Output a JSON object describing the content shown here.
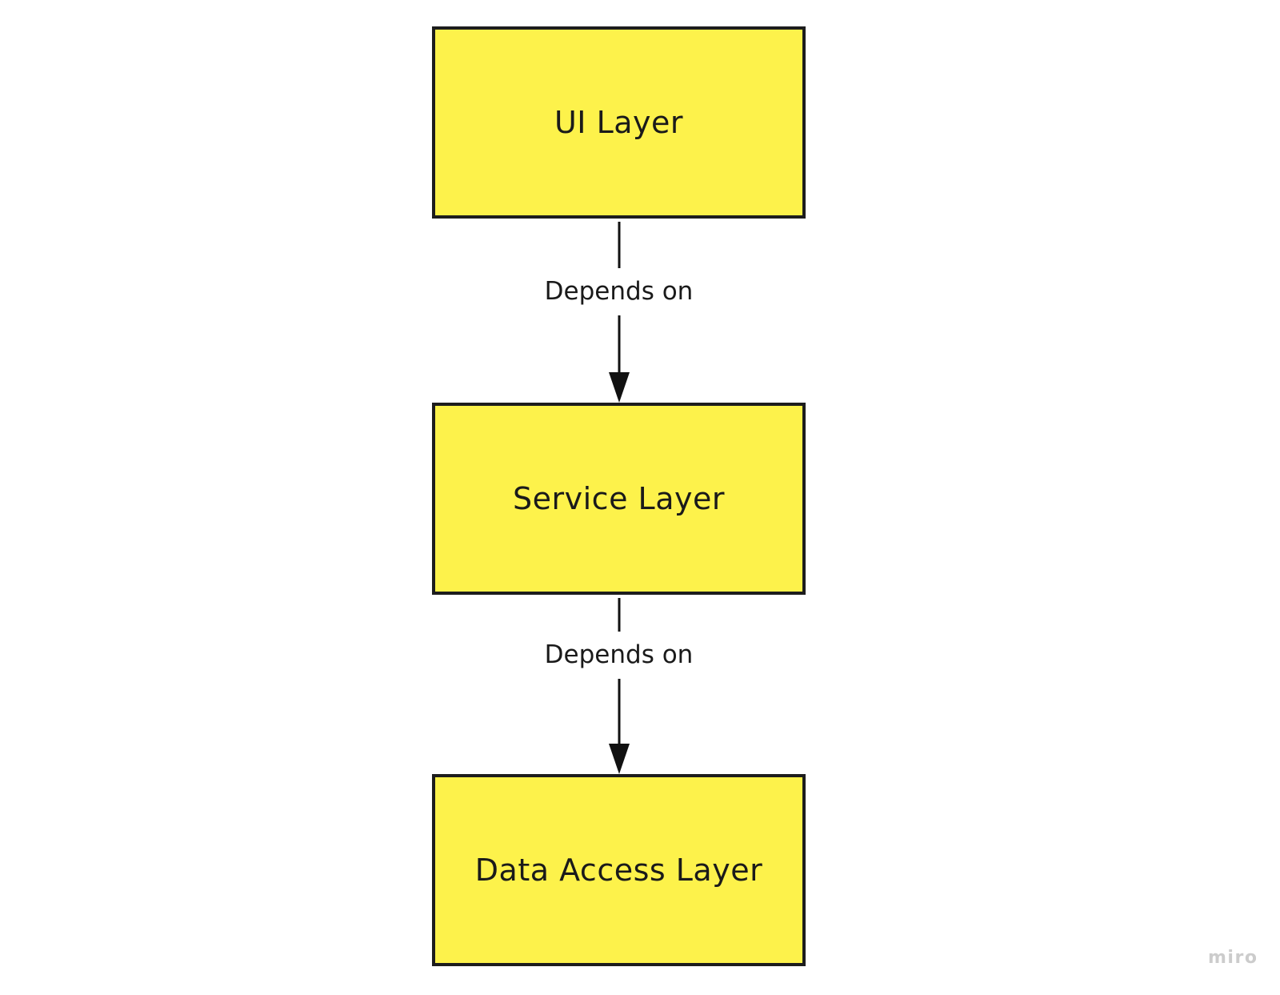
{
  "diagram": {
    "nodes": [
      {
        "id": "ui-layer",
        "label": "UI Layer"
      },
      {
        "id": "service-layer",
        "label": "Service Layer"
      },
      {
        "id": "data-access-layer",
        "label": "Data Access Layer"
      }
    ],
    "edges": [
      {
        "from": "ui-layer",
        "to": "service-layer",
        "label": "Depends on"
      },
      {
        "from": "service-layer",
        "to": "data-access-layer",
        "label": "Depends on"
      }
    ],
    "colors": {
      "node_fill": "#FDF24B",
      "node_border": "#1d1d1d",
      "text": "#1a1a1a",
      "edge": "#111111",
      "watermark": "#cccccc",
      "bg": "#ffffff"
    },
    "watermark": "miro"
  }
}
